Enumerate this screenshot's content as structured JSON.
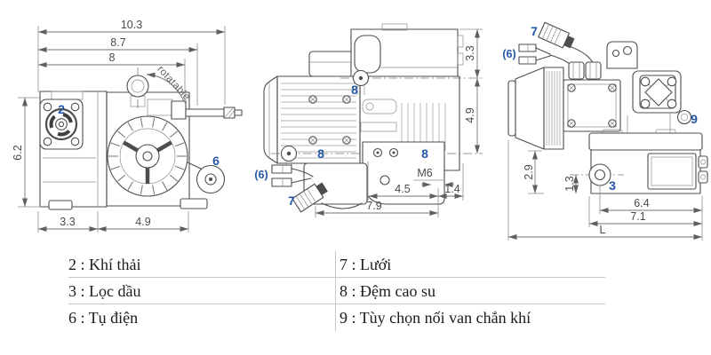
{
  "colors": {
    "callout_blue": "#2458a6",
    "dimension_text": "#4a4a4a",
    "outline": "#4d4d4d",
    "light_line": "#8c8c8c",
    "table_line": "#c8c8c8",
    "table_text": "#1b1b1b"
  },
  "drawing": {
    "front": {
      "width_total": "10.3",
      "width_inner": "8.7",
      "width_body": "8",
      "height": "6.2",
      "foot_left": "3.3",
      "foot_right": "4.9",
      "rotatable": "rotatable",
      "callout_exhaust": "2",
      "callout_capacitor": "6"
    },
    "side": {
      "height_top": "3.3",
      "height_mid": "4.9",
      "thread": "M6",
      "base_front": "4.5",
      "base_rear": "1.4",
      "base_total": "7.9",
      "callout_mount": "8",
      "callout_terminals": "(6)",
      "callout_plug": "7"
    },
    "end": {
      "height_base": "2.9",
      "sight_offset": "1.3",
      "tank_inner": "6.4",
      "tank_total": "7.1",
      "length": "L",
      "callout_plug": "7",
      "callout_terminals": "(6)",
      "callout_valve": "9",
      "callout_oil": "3"
    }
  },
  "legend": {
    "left": [
      "2 : Khí thải",
      "3 : Lọc dầu",
      "6 : Tụ điện"
    ],
    "right": [
      "7 : Lưới",
      "8 : Đệm cao su",
      "9 : Tùy chọn nối van chắn khí"
    ]
  }
}
